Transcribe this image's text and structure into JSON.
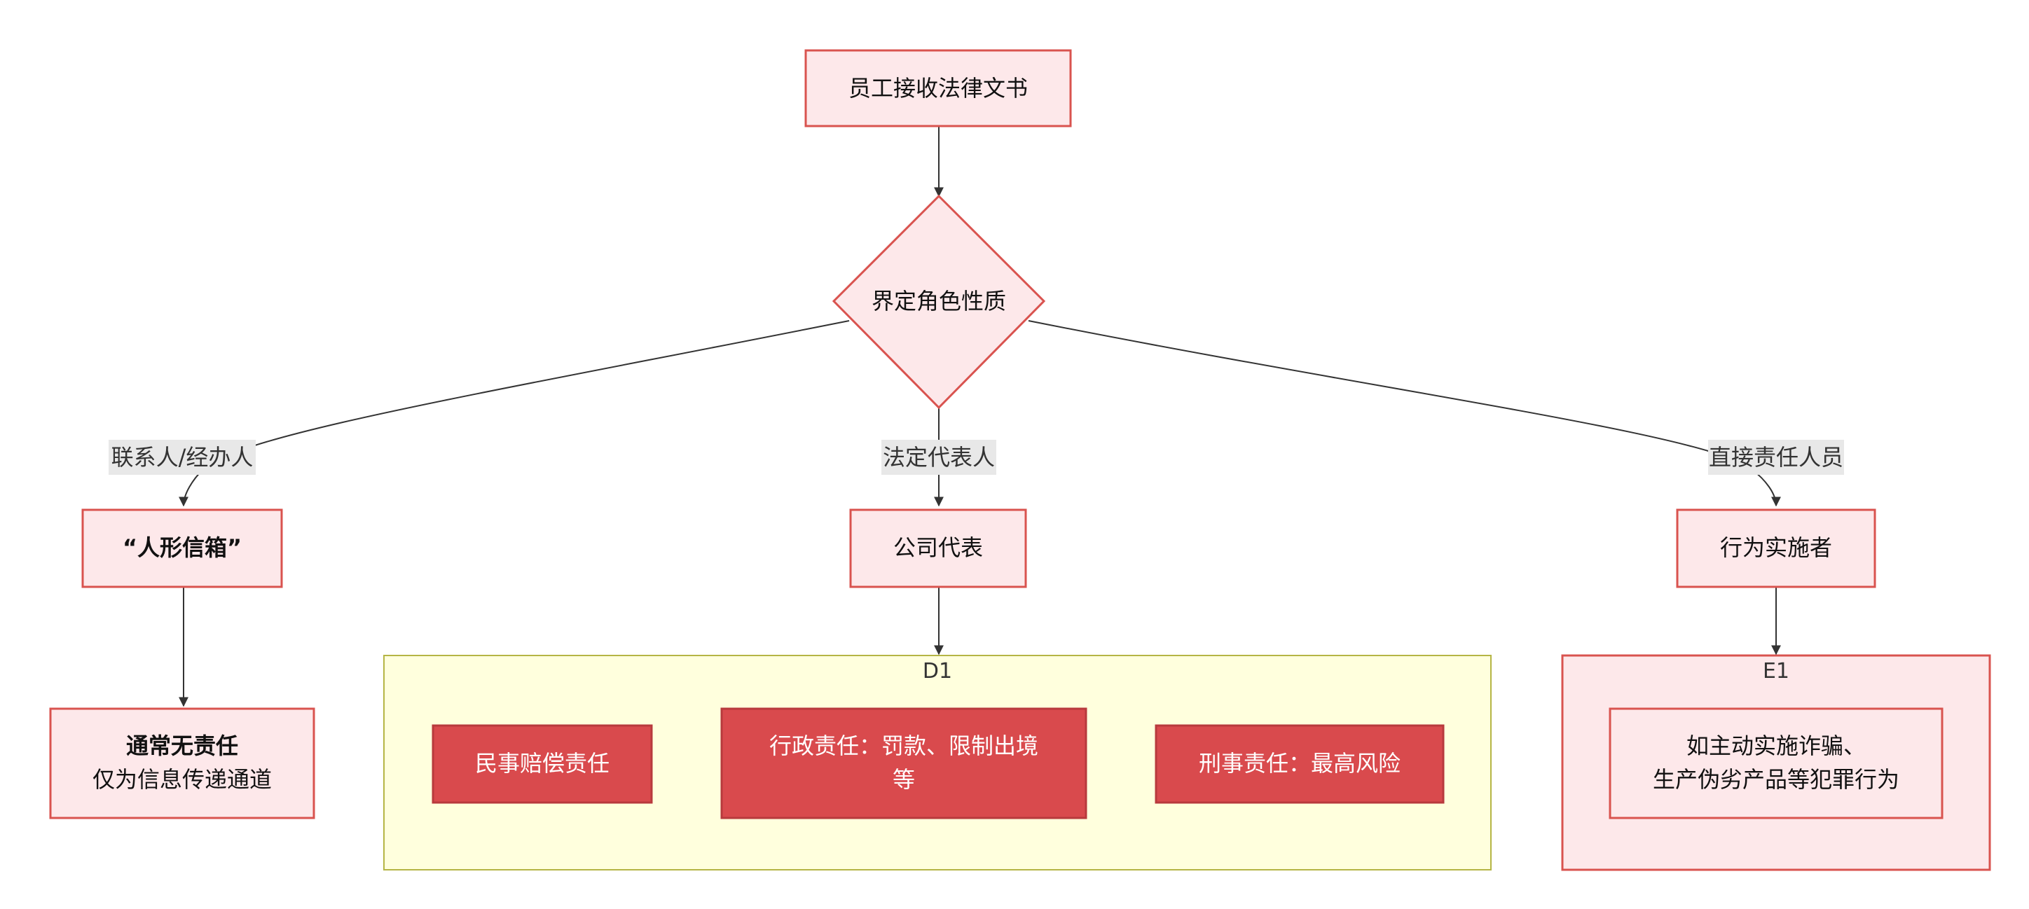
{
  "nodes": {
    "start": "员工接收法律文书",
    "decision": "界定角色性质",
    "mailbox": "“人形信箱”",
    "company_rep": "公司代表",
    "actor": "行为实施者",
    "no_liability_title": "通常无责任",
    "no_liability_desc": "仅为信息传递通道",
    "civil": "民事赔偿责任",
    "admin_line1": "行政责任：罚款、限制出境",
    "admin_line2": "等",
    "criminal": "刑事责任：最高风险",
    "e1_line1": "如主动实施诈骗、",
    "e1_line2": "生产伪劣产品等犯罪行为"
  },
  "edge_labels": {
    "contact": "联系人/经办人",
    "legal_rep": "法定代表人",
    "direct": "直接责任人员"
  },
  "clusters": {
    "d1": "D1",
    "e1": "E1"
  },
  "colors": {
    "pink_fill": "#fde8ea",
    "red_stroke": "#d9534f",
    "red_fill": "#d94a4d",
    "yellow_fill": "#ffffdd",
    "yellow_stroke": "#b5b545",
    "edge": "#333333",
    "label_bg": "#e8e8e8"
  }
}
